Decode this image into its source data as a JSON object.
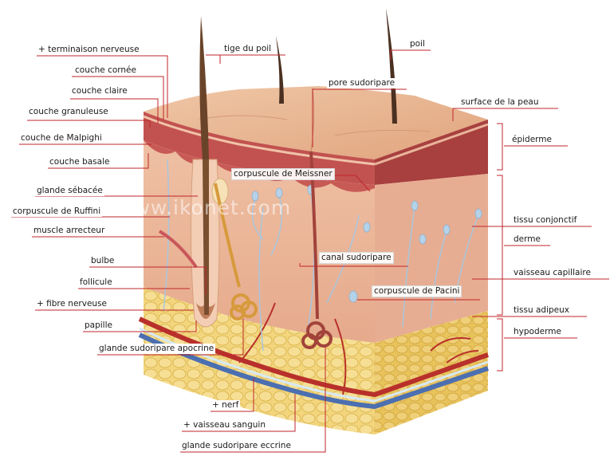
{
  "watermark": "www.ikonet.com",
  "labels": {
    "terminaison_nerveuse": "+ terminaison nerveuse",
    "couche_cornee": "couche cornée",
    "couche_claire": "couche claire",
    "couche_granuleuse": "couche granuleuse",
    "couche_malpighi": "couche de Malpighi",
    "couche_basale": "couche basale",
    "glande_sebacee": "glande sébacée",
    "corpuscule_ruffini": "corpuscule de Ruffini",
    "muscle_arrecteur": "muscle arrecteur",
    "bulbe": "bulbe",
    "follicule": "follicule",
    "fibre_nerveuse": "+ fibre nerveuse",
    "papille": "papille",
    "glande_apocrine": "glande sudoripare apocrine",
    "nerf": "+ nerf",
    "vaisseau_sanguin": "+ vaisseau sanguin",
    "glande_eccrine": "glande sudoripare eccrine",
    "tige_poil": "tige du poil",
    "poil": "poil",
    "pore_sudoripare": "pore sudoripare",
    "surface_peau": "surface de la peau",
    "epiderme": "épiderme",
    "corpuscule_meissner": "corpuscule de Meissner",
    "tissu_conjonctif": "tissu conjonctif",
    "derme": "derme",
    "canal_sudoripare": "canal sudoripare",
    "vaisseau_capillaire": "vaisseau capillaire",
    "corpuscule_pacini": "corpuscule de Pacini",
    "tissu_adipeux": "tissu adipeux",
    "hypoderme": "hypoderme"
  },
  "colors": {
    "skin_surface": "#e9b996",
    "skin_surface_shade": "#d89d76",
    "epidermis_red": "#b84c4c",
    "dermis": "#eab59b",
    "dermis_side": "#e3a386",
    "fat": "#f0cf6e",
    "fat_side": "#e6bd52",
    "vein": "#4b6fb0",
    "artery": "#b8302b",
    "nerve": "#cfe3f0",
    "hair": "#5a3a22",
    "leader_line": "#c0262c"
  }
}
